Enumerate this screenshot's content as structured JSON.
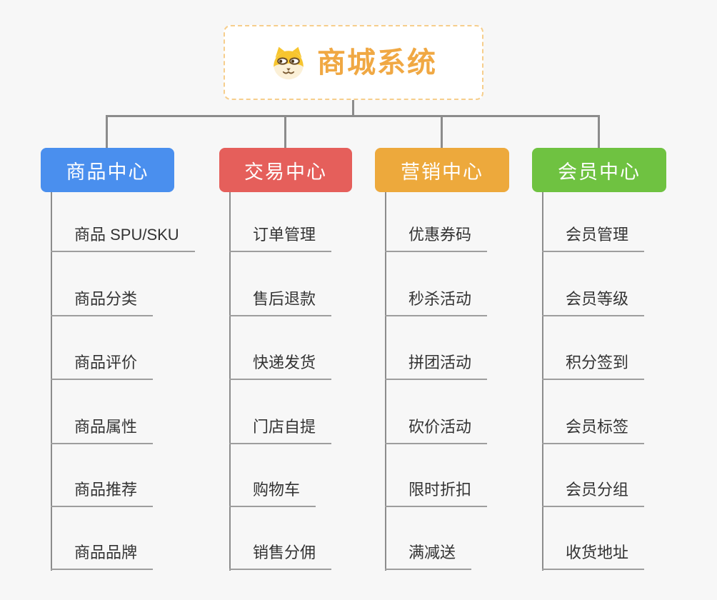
{
  "root": {
    "label": "商城系统",
    "icon": "shiba-dog-face",
    "text_color": "#F0A843",
    "border_color": "#F6CE8C"
  },
  "branches": [
    {
      "label": "商品中心",
      "color": "#4A8FEE",
      "children": [
        "商品 SPU/SKU",
        "商品分类",
        "商品评价",
        "商品属性",
        "商品推荐",
        "商品品牌"
      ]
    },
    {
      "label": "交易中心",
      "color": "#E55F5B",
      "children": [
        "订单管理",
        "售后退款",
        "快递发货",
        "门店自提",
        "购物车",
        "销售分佣"
      ]
    },
    {
      "label": "营销中心",
      "color": "#EDA93C",
      "children": [
        "优惠券码",
        "秒杀活动",
        "拼团活动",
        "砍价活动",
        "限时折扣",
        "满减送"
      ]
    },
    {
      "label": "会员中心",
      "color": "#6FC241",
      "children": [
        "会员管理",
        "会员等级",
        "积分签到",
        "会员标签",
        "会员分组",
        "收货地址"
      ]
    }
  ],
  "colors": {
    "background": "#F7F7F7",
    "connector": "#8C8C8C",
    "child_text": "#333333",
    "child_underline": "#9E9E9E"
  }
}
